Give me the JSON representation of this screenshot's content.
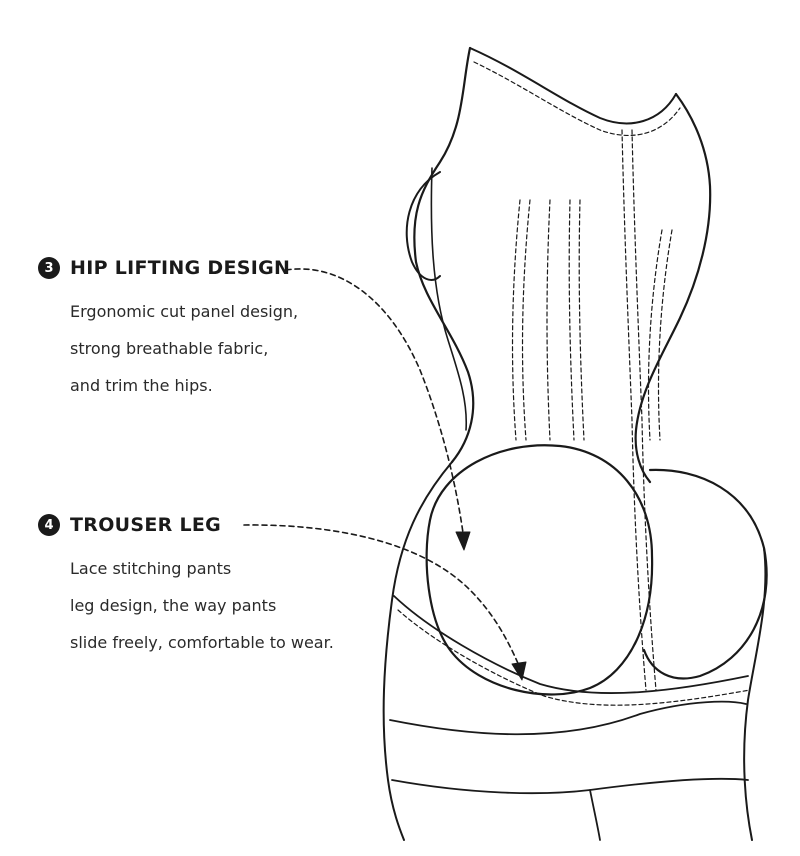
{
  "features": [
    {
      "number": "❸",
      "title": "HIP LIFTING DESIGN",
      "lines": [
        "Ergonomic cut panel design,",
        "strong breathable fabric,",
        "and trim the hips."
      ]
    },
    {
      "number": "❹",
      "title": "TROUSER LEG",
      "lines": [
        "Lace stitching pants",
        "leg design, the way pants",
        "slide freely, comfortable to wear."
      ]
    }
  ],
  "colors": {
    "ink": "#1a1a1a",
    "background": "#ffffff"
  }
}
